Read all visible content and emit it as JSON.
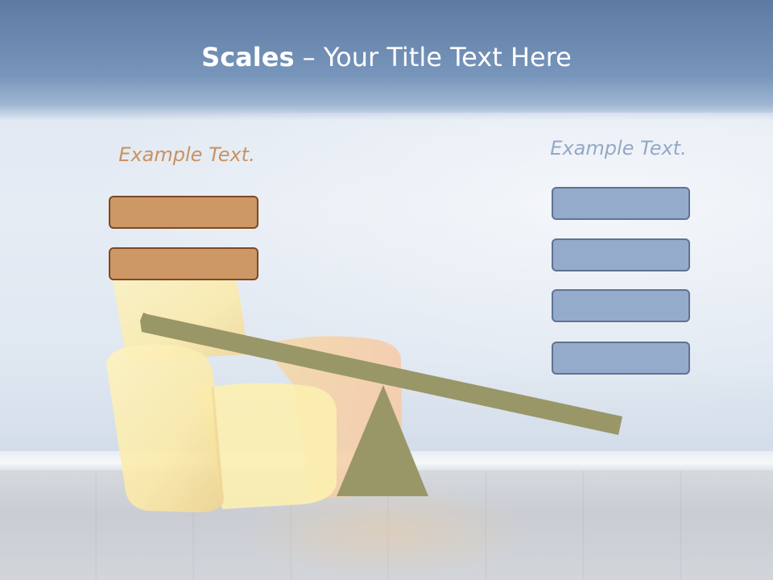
{
  "slide": {
    "title_bold": "Scales",
    "title_rest": " – Your Title Text Here",
    "left_label": "Example Text.",
    "right_label": "Example Text."
  },
  "scale": {
    "left_boxes": 2,
    "right_boxes": 4,
    "tilt": "right-side-down"
  },
  "colors": {
    "orange_box": "#cd9766",
    "blue_box": "#95abcb",
    "beam": "#999768",
    "title_text": "#ffffff",
    "left_label_text": "#c9925f",
    "right_label_text": "#94a8c6"
  }
}
